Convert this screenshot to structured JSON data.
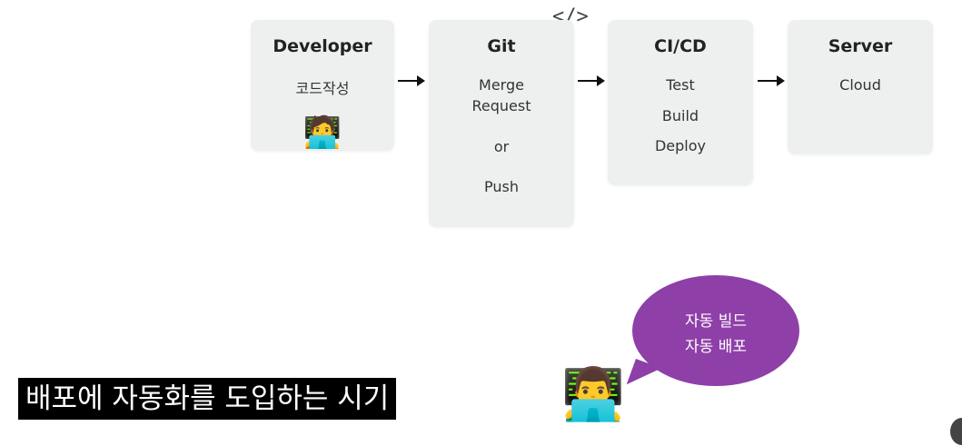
{
  "code_icon": "</>",
  "boxes": {
    "developer": {
      "title": "Developer",
      "lines": [
        "코드작성"
      ],
      "emoji": "🧑‍💻"
    },
    "git": {
      "title": "Git",
      "lines": [
        "Merge",
        "Request",
        "or",
        "Push"
      ]
    },
    "cicd": {
      "title": "CI/CD",
      "lines": [
        "Test",
        "Build",
        "Deploy"
      ]
    },
    "server": {
      "title": "Server",
      "lines": [
        "Cloud"
      ]
    }
  },
  "bubble": {
    "line1": "자동 빌드",
    "line2": "자동 배포"
  },
  "presenter_emoji": "👨‍💻",
  "caption": "배포에 자동화를 도입하는 시기"
}
